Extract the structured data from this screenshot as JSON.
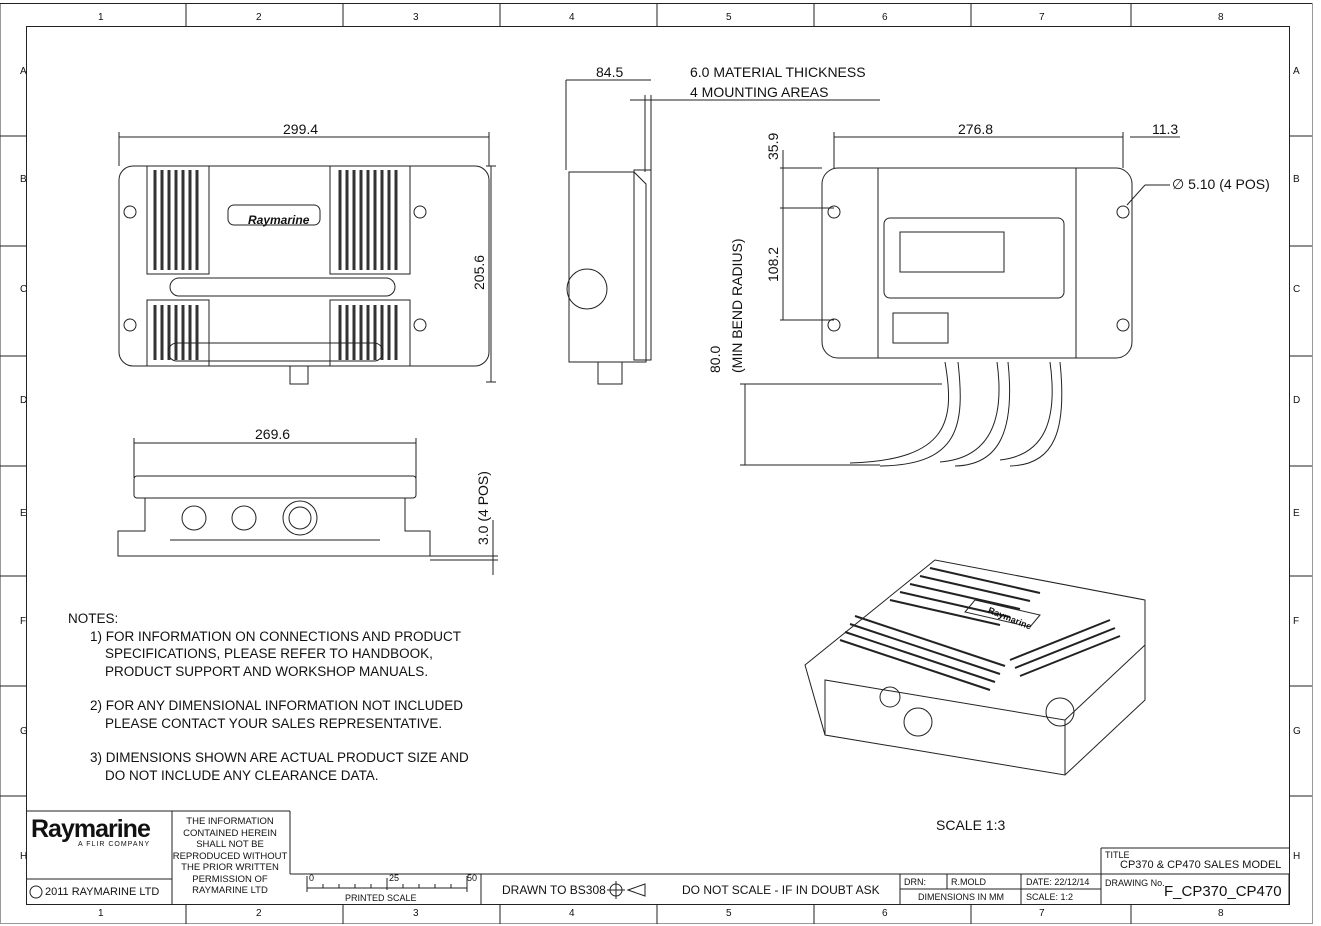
{
  "border": {
    "columns": [
      "1",
      "2",
      "3",
      "4",
      "5",
      "6",
      "7",
      "8"
    ],
    "rows": [
      "A",
      "B",
      "C",
      "D",
      "E",
      "F",
      "G",
      "H"
    ]
  },
  "dimensions": {
    "front_width": "299.4",
    "front_height": "205.6",
    "side_depth": "84.5",
    "material_thickness": "6.0 MATERIAL THICKNESS",
    "mounting_areas": "4 MOUNTING AREAS",
    "rear_hole_spacing": "276.8",
    "rear_edge_offset": "11.3",
    "hole_diameter": "∅ 5.10 (4 POS)",
    "rear_top_offset": "35.9",
    "rear_hole_vertical": "108.2",
    "bend_radius": "80.0",
    "bend_radius_label": "(MIN BEND RADIUS)",
    "bottom_width": "269.6",
    "bottom_foot": "3.0 (4 POS)"
  },
  "brand_on_unit": "Raymarine",
  "notes": {
    "heading": "NOTES:",
    "items": [
      "1) FOR INFORMATION ON CONNECTIONS AND PRODUCT\n    SPECIFICATIONS, PLEASE REFER TO HANDBOOK,\n    PRODUCT SUPPORT AND WORKSHOP MANUALS.",
      "2) FOR ANY DIMENSIONAL INFORMATION NOT INCLUDED\n    PLEASE CONTACT YOUR SALES REPRESENTATIVE.",
      "3) DIMENSIONS SHOWN ARE ACTUAL PRODUCT SIZE AND\n    DO NOT INCLUDE ANY CLEARANCE DATA."
    ]
  },
  "iso_scale": "SCALE 1:3",
  "title_block": {
    "logo": "Raymarine",
    "logo_sub": "A FLIR COMPANY",
    "copyright": "2011 RAYMARINE LTD",
    "disclaimer": "THE INFORMATION CONTAINED HEREIN SHALL NOT BE REPRODUCED WITHOUT THE PRIOR WRITTEN PERMISSION OF RAYMARINE LTD",
    "scale_ticks": [
      "0",
      "25",
      "50"
    ],
    "printed_scale": "PRINTED SCALE",
    "drawn_to": "DRAWN TO BS308",
    "do_not_scale": "DO NOT SCALE - IF IN DOUBT ASK",
    "drn_label": "DRN:",
    "drn_value": "R.MOLD",
    "date": "DATE: 22/12/14",
    "dimensions_unit": "DIMENSIONS IN MM",
    "scale": "SCALE:  1:2",
    "title_label": "TITLE",
    "title": "CP370 & CP470 SALES MODEL",
    "drawing_no_label": "DRAWING No.",
    "drawing_no": "F_CP370_CP470"
  }
}
